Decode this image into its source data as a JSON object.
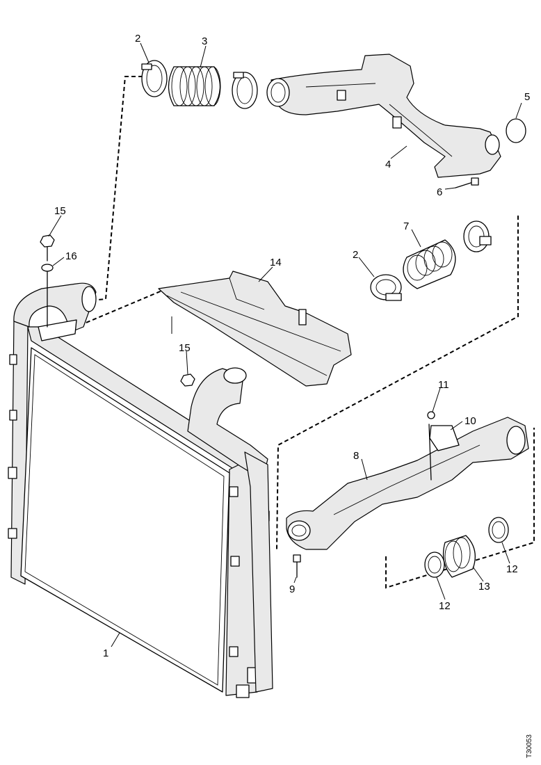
{
  "figure_code": "T30053",
  "callouts": [
    "1",
    "2",
    "3",
    "4",
    "5",
    "6",
    "7",
    "2",
    "8",
    "9",
    "10",
    "11",
    "12",
    "13",
    "12",
    "14",
    "15",
    "15",
    "16"
  ]
}
